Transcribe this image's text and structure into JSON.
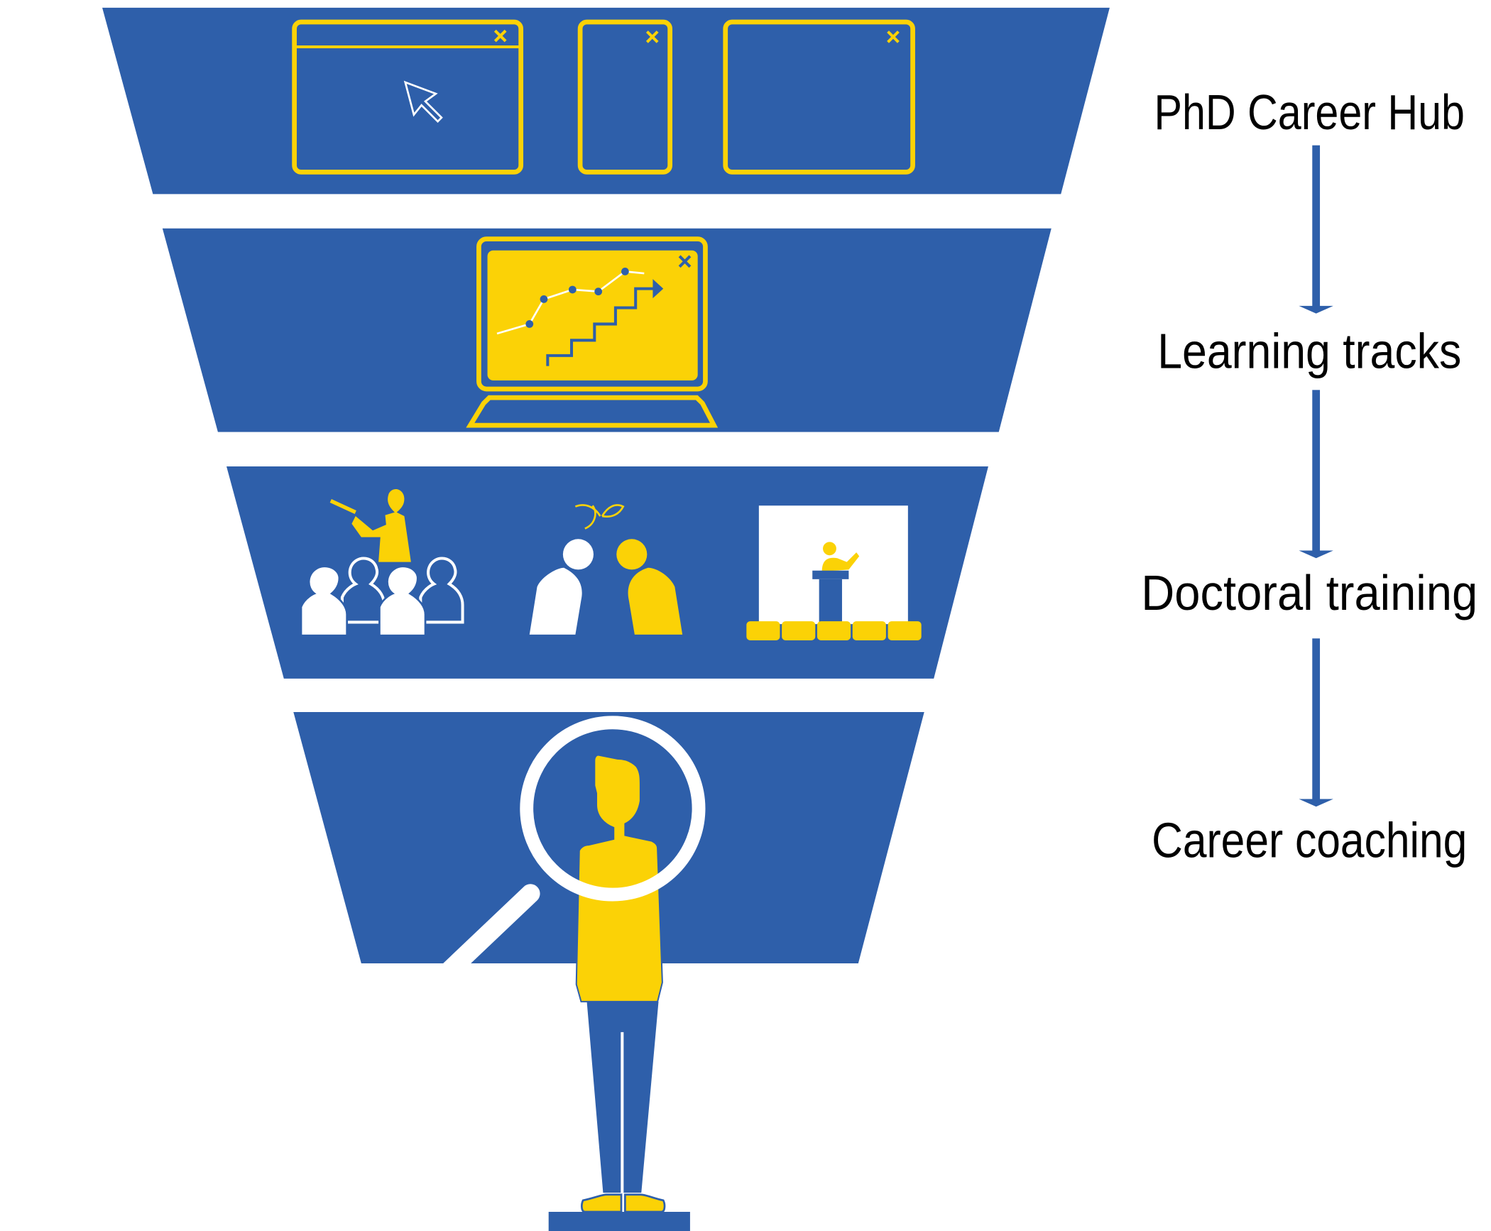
{
  "colors": {
    "brand_blue": "#2E5FAA",
    "accent_yellow": "#FBD206",
    "text": "#000000"
  },
  "funnel": {
    "levels": [
      {
        "label": "PhD Career Hub",
        "icon": "browser-windows-icon"
      },
      {
        "label": "Learning tracks",
        "icon": "laptop-chart-icon"
      },
      {
        "label": "Doctoral training",
        "icon": "training-groups-icon"
      },
      {
        "label": "Career coaching",
        "icon": "person-magnifier-icon"
      }
    ]
  }
}
